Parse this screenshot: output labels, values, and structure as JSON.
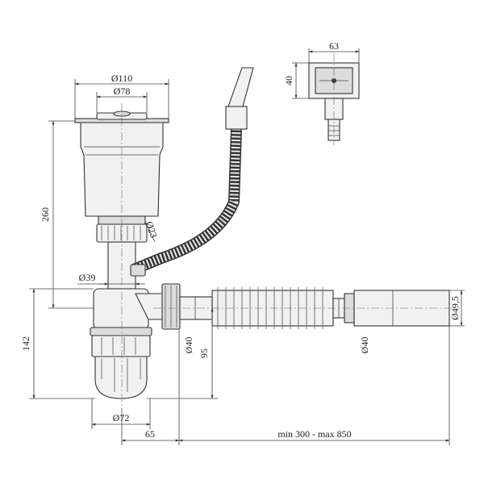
{
  "dimensions": {
    "top_outer_diameter": "Ø110",
    "top_inner_diameter": "Ø78",
    "total_height": "260",
    "overflow_diameter": "Ø23",
    "pipe_diameter": "Ø39",
    "trap_height": "142",
    "outlet_diameter": "Ø40",
    "outlet_height": "95",
    "bottle_diameter": "Ø72",
    "offset": "65",
    "length_range": "min 300 - max 850",
    "end_diameter": "Ø40",
    "sleeve_diameter": "Ø49,5",
    "overflow_width": "63",
    "overflow_height": "40"
  }
}
